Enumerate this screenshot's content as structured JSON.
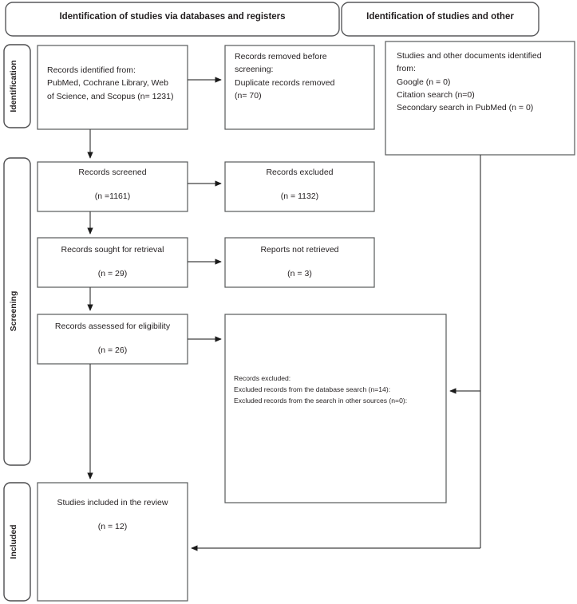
{
  "diagram": {
    "type": "prisma-flow-diagram",
    "title": "PRISMA 2020 flow diagram"
  },
  "headers": [
    {
      "id": "databases-registers",
      "label": "Identification of studies via databases and registers"
    },
    {
      "id": "other-sources",
      "label": "Identification of studies and other"
    }
  ],
  "phases": [
    {
      "id": "identification",
      "label": "Identification"
    },
    {
      "id": "screening",
      "label": "Screening"
    },
    {
      "id": "included",
      "label": "Included"
    }
  ],
  "boxes": {
    "records_identified": {
      "id": "records-identified",
      "text": "Records identified from:\nPubMed, Cochrane Library, Web\nof Science, and Scopus (n= 1231)",
      "count": 1231
    },
    "records_removed": {
      "id": "records-removed",
      "text": "Records removed before\nscreening:\nDuplicate records removed\n(n= 70)",
      "count": 70
    },
    "other_sources": {
      "id": "other-sources-identified",
      "text": "Studies and other documents identified\nfrom:\nGoogle (n = 0)\nCitation search (n=0)\nSecondary search in PubMed (n = 0)",
      "counts": {
        "google": 0,
        "citation_search": 0,
        "secondary_pubmed": 0
      }
    },
    "records_screened": {
      "id": "records-screened",
      "label": "Records screened",
      "count_text": "(n =1161)",
      "count": 1161
    },
    "records_excluded": {
      "id": "records-excluded",
      "label": "Records excluded",
      "count_text": "(n = 1132)",
      "count": 1132
    },
    "records_sought": {
      "id": "records-sought-for-retrieval",
      "label": "Records sought for retrieval",
      "count_text": "(n = 29)",
      "count": 29
    },
    "reports_not_retrieved": {
      "id": "reports-not-retrieved",
      "label": "Reports not retrieved",
      "count_text": "(n = 3)",
      "count": 3
    },
    "records_assessed": {
      "id": "records-assessed-for-eligibility",
      "label": "Records assessed for eligibility",
      "count_text": "(n = 26)",
      "count": 26
    },
    "records_excluded_detail": {
      "id": "records-excluded-detail",
      "text": "Records excluded:\nExcluded records from the database search (n=14):\nExcluded records from the search in other sources (n=0):",
      "counts": {
        "database_search": 14,
        "other_sources": 0
      }
    },
    "studies_included": {
      "id": "studies-included-in-review",
      "label": "Studies included in the review",
      "count_text": "(n = 12)",
      "count": 12
    }
  },
  "colors": {
    "background": "#ffffff",
    "box_border": "#58595b",
    "phase_border": "#4d4d4f",
    "connector": "#404040",
    "text": "#231f20"
  }
}
